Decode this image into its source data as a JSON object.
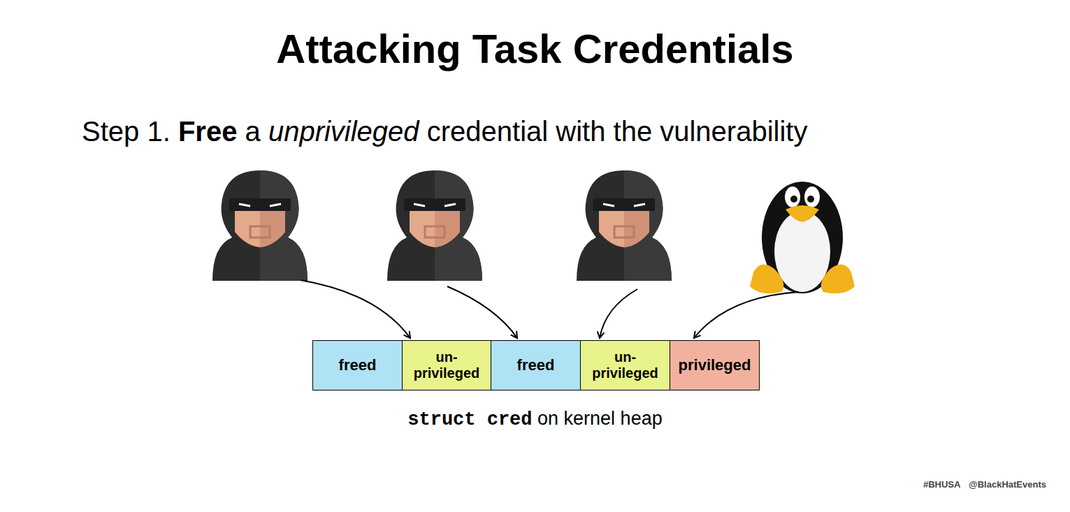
{
  "diagram": {
    "title": "Attacking Task Credentials",
    "nodes": [
      {
        "text": [
          "freed"
        ]
      },
      {
        "text": [
          "un- privileged"
        ]
      },
      {
        "text": [
          "freed"
        ]
      },
      {
        "text": [
          "un- privileged"
        ]
      },
      {
        "text": [
          "privileged"
        ]
      }
    ],
    "labels": [
      "Step 1.",
      "Free",
      "a",
      "unprivileged",
      "credential with the vulnerability",
      "struct cred",
      "on kernel heap",
      "#BHUSA",
      "@BlackHatEvents"
    ]
  }
}
